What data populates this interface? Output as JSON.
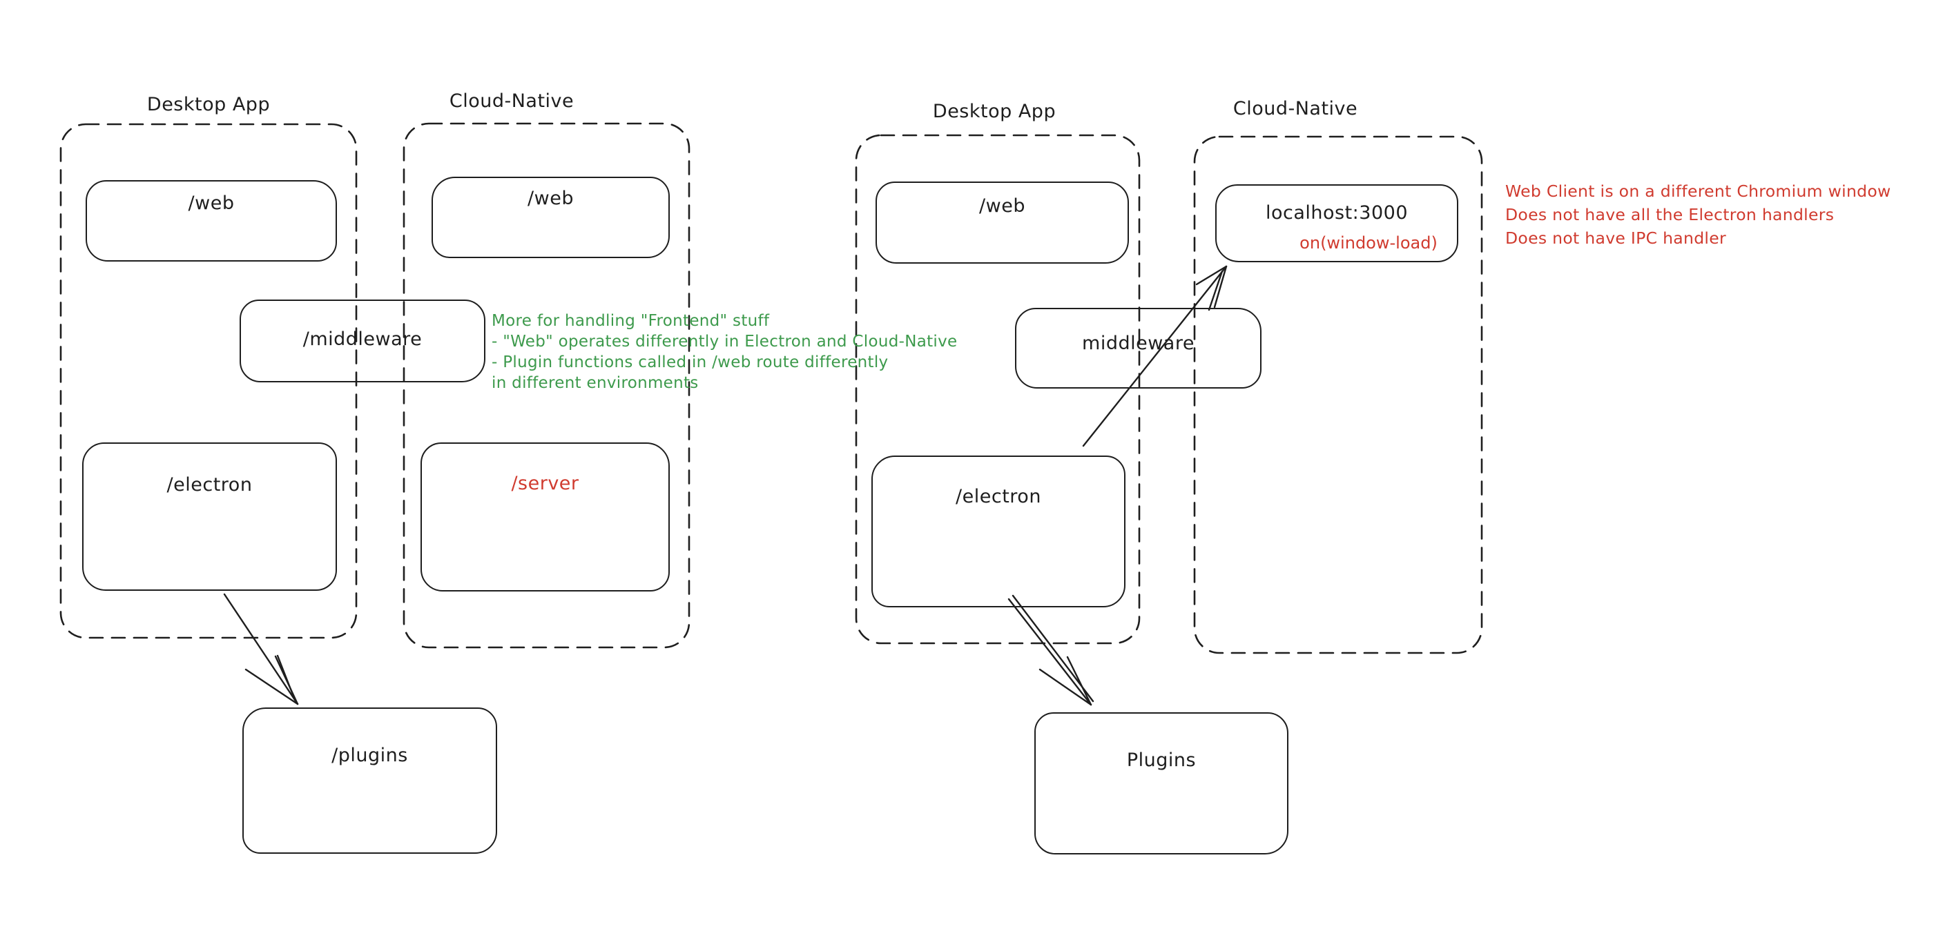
{
  "colors": {
    "background": "#ffffff",
    "ink": "#1e1e1e",
    "red": "#d03b2f",
    "green": "#3d9a4c"
  },
  "left_diagram": {
    "desktop": {
      "title": "Desktop App",
      "web_label": "/web",
      "electron_label": "/electron"
    },
    "cloud": {
      "title": "Cloud-Native",
      "web_label": "/web",
      "server_label": "/server"
    },
    "middleware_label": "/middleware",
    "plugins_label": "/plugins"
  },
  "right_diagram": {
    "desktop": {
      "title": "Desktop App",
      "web_label": "/web",
      "electron_label": "/electron"
    },
    "cloud": {
      "title": "Cloud-Native",
      "localhost_label": "localhost:3000",
      "window_load_label": "on(window-load)"
    },
    "middleware_label": "middleware",
    "plugins_label": "Plugins"
  },
  "notes": {
    "green": {
      "lines": [
        "More for handling \"Frontend\" stuff",
        "- \"Web\" operates differently in Electron and Cloud-Native",
        "- Plugin functions called in /web route differently",
        "in different environments"
      ]
    },
    "red": {
      "lines": [
        "Web Client is on a different Chromium window",
        "Does not have all the Electron handlers",
        "Does not have IPC handler"
      ]
    }
  }
}
